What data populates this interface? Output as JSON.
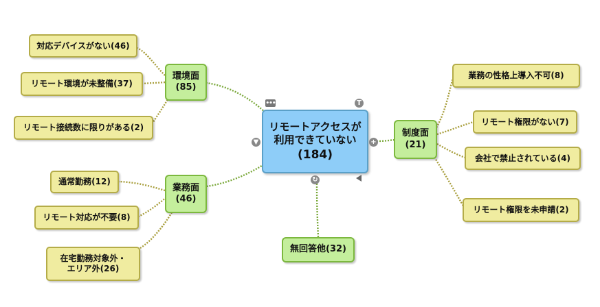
{
  "center": {
    "line1": "リモートアクセスが",
    "line2": "利用できていない",
    "count": "(184)"
  },
  "branches": {
    "env": {
      "label": "環境面",
      "count": "(85)"
    },
    "work": {
      "label": "業務面",
      "count": "(46)"
    },
    "system": {
      "label": "制度面",
      "count": "(21)"
    },
    "noanswer": {
      "label": "無回答他(32)"
    }
  },
  "leaves": {
    "env1": "対応デバイスがない(46)",
    "env2": "リモート環境が未整備(37)",
    "env3": "リモート接続数に限りがある(2)",
    "work1": "通常勤務(12)",
    "work2": "リモート対応が不要(8)",
    "work3_line1": "在宅勤務対象外・",
    "work3_line2": "エリア外(26)",
    "sys1": "業務の性格上導入不可(8)",
    "sys2": "リモート権限がない(7)",
    "sys3": "会社で禁止されている(4)",
    "sys4": "リモート権限を未申請(2)"
  },
  "controls": {
    "menu": "menu-dots-icon",
    "text": "text-t-icon",
    "collapse": "collapse-triangle-icon",
    "add": "add-plus-icon",
    "refresh": "refresh-icon",
    "resize": "resize-corner-icon"
  },
  "colors": {
    "leaf_fill": "#f0eca0",
    "branch_fill": "#c4ee9c",
    "center_fill": "#8ecdf8",
    "connector": "#7aa83a"
  }
}
